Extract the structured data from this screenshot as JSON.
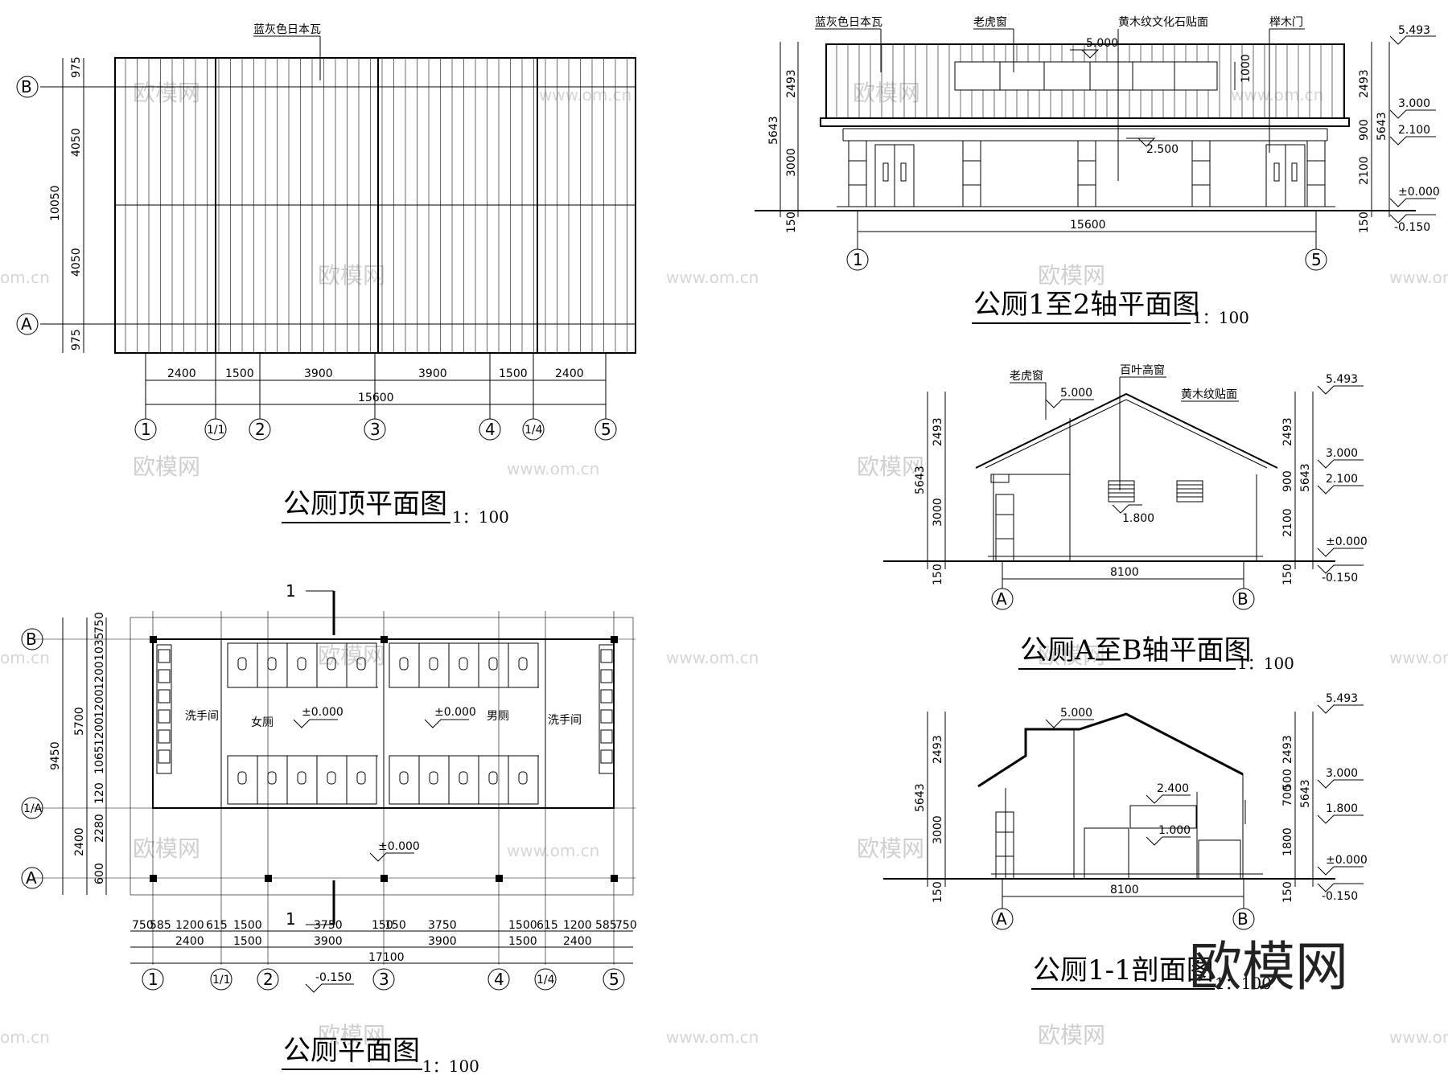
{
  "watermark": {
    "cn": "欧模网",
    "url": "www.om.cn",
    "cn_edge": "om.cn"
  },
  "roof_plan": {
    "title": "公厕顶平面图",
    "scale": "1：100",
    "roof_label": "蓝灰色日本瓦",
    "dims_x": [
      "2400",
      "1500",
      "3900",
      "3900",
      "1500",
      "2400"
    ],
    "total_x": "15600",
    "dims_y": [
      "975",
      "4050",
      "4050",
      "975"
    ],
    "total_y": "10050",
    "axes_x": [
      "1",
      "1/1",
      "2",
      "3",
      "4",
      "1/4",
      "5"
    ],
    "axes_y": [
      "B",
      "A"
    ]
  },
  "elev_12": {
    "title": "公厕1至2轴平面图",
    "scale": "1：100",
    "labels": [
      "蓝灰色日本瓦",
      "老虎窗",
      "黄木纹文化石贴面",
      "榉木门"
    ],
    "level_top": "5.000",
    "dim_window": "1000",
    "level_mid": "2.500",
    "left_dims": [
      "2493",
      "3000",
      "150"
    ],
    "left_total": "5643",
    "right_dims": [
      "2493",
      "900",
      "2100",
      "150"
    ],
    "right_total": "5643",
    "levels": [
      "5.493",
      "3.000",
      "2.100",
      "±0.000",
      "-0.150"
    ],
    "total_x": "15600",
    "axes": [
      "1",
      "5"
    ]
  },
  "elev_ab": {
    "title": "公厕A至B轴平面图",
    "scale": "1：100",
    "labels": [
      "老虎窗",
      "百叶高窗",
      "黄木纹贴面"
    ],
    "level_top": "5.000",
    "level_win": "1.800",
    "left_dims": [
      "2493",
      "3000",
      "150"
    ],
    "left_total": "5643",
    "right_dims": [
      "2493",
      "900",
      "2100",
      "150"
    ],
    "right_total": "5643",
    "levels": [
      "5.493",
      "3.000",
      "2.100",
      "±0.000",
      "-0.150"
    ],
    "total_x": "8100",
    "axes": [
      "A",
      "B"
    ]
  },
  "section": {
    "title": "公厕1-1剖面图",
    "scale": "1：100",
    "level_top": "5.000",
    "level_a": "2.400",
    "level_b": "1.000",
    "left_dims": [
      "2493",
      "3000",
      "150"
    ],
    "left_total": "5643",
    "right_dims": [
      "2493",
      "700",
      "500",
      "1800",
      "150"
    ],
    "right_total": "5643",
    "levels": [
      "5.493",
      "3.000",
      "1.800",
      "±0.000",
      "-0.150"
    ],
    "total_x": "8100",
    "axes": [
      "A",
      "B"
    ]
  },
  "floor_plan": {
    "title": "公厕平面图",
    "scale": "1：100",
    "section_mark": "1",
    "rooms": [
      "洗手间",
      "女厕",
      "男厕",
      "洗手间"
    ],
    "room_level": "±0.000",
    "level_out": "±0.000",
    "level_low": "-0.150",
    "dims_row1": [
      "750",
      "585",
      "1200",
      "615",
      "1500",
      "3750",
      "150",
      "150",
      "3750",
      "1500",
      "615",
      "1200",
      "585",
      "750"
    ],
    "dims_row2": [
      "2400",
      "1500",
      "3900",
      "3900",
      "1500",
      "2400"
    ],
    "total_x": "17100",
    "dims_y_outer": [
      "750",
      "1035",
      "1200",
      "1200",
      "1200",
      "1065",
      "120",
      "2280",
      "600"
    ],
    "dims_y_mid": [
      "5700",
      "2400"
    ],
    "total_y": "9450",
    "axes_x": [
      "1",
      "1/1",
      "2",
      "3",
      "4",
      "1/4",
      "5"
    ],
    "axes_y": [
      "B",
      "1/A",
      "A"
    ]
  }
}
